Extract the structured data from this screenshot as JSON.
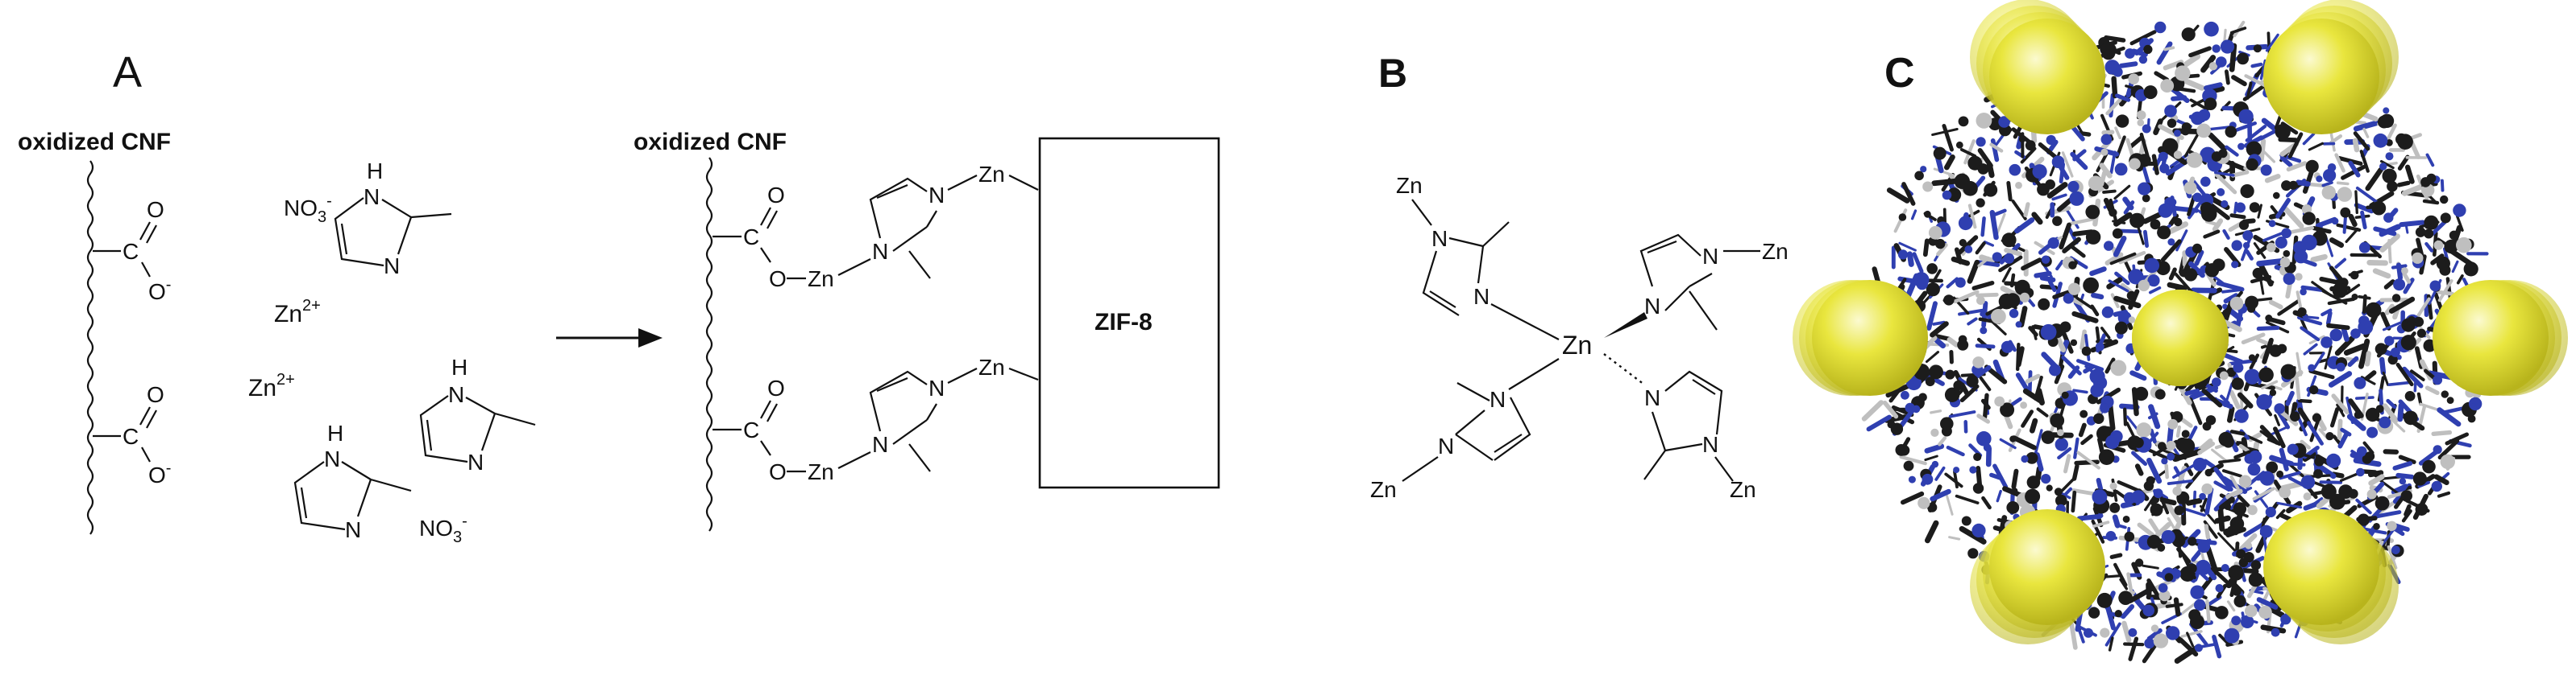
{
  "panels": {
    "a": {
      "label": "A",
      "reactant_fiber_label": "oxidized CNF",
      "nitrate_1": "NO3-",
      "nitrate_2": "NO3-",
      "zinc_ion_1": "Zn2+",
      "zinc_ion_2": "Zn2+",
      "imidazole_nh": "H",
      "imidazole_n": "N",
      "carboxylate_c": "C",
      "carboxylate_o": "O",
      "carboxylate_o_minus": "O-",
      "product_fiber_label": "oxidized CNF",
      "zn": "Zn",
      "zif8_label": "ZIF-8"
    },
    "b": {
      "label": "B",
      "center_zn": "Zn",
      "terminal_zn": "Zn",
      "n": "N"
    },
    "c": {
      "label": "C"
    }
  },
  "colors": {
    "carbon": "#1c1c1c",
    "nitrogen": "#2f3fb0",
    "hydrogen": "#bfbfbf",
    "pore": "#e6e43a"
  }
}
